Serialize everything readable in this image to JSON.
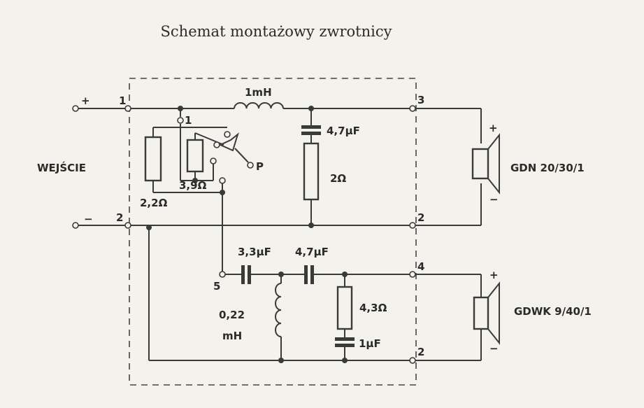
{
  "title": "Schemat montażowy zwrotnicy",
  "input": {
    "label": "WEJŚCIE",
    "plus": "+",
    "minus": "−"
  },
  "terminals": {
    "t1": "1",
    "t2_in": "2",
    "t3": "3",
    "t2_top": "2",
    "t4": "4",
    "t2_bottom": "2",
    "t5": "5",
    "tap1": "1"
  },
  "components": {
    "l1": "1mH",
    "c1": "4,7µF",
    "r1": "2Ω",
    "r2": "2,2Ω",
    "r3": "3,9Ω",
    "switch": "P",
    "c2": "3,3µF",
    "c3": "4,7µF",
    "l2_value": "0,22",
    "l2_unit": "mH",
    "r4": "4,3Ω",
    "c4": "1µF"
  },
  "speakers": {
    "woofer": {
      "label": "GDN 20/30/1",
      "plus": "+",
      "minus": "−"
    },
    "tweeter": {
      "label": "GDWK 9/40/1",
      "plus": "+",
      "minus": "−"
    }
  }
}
